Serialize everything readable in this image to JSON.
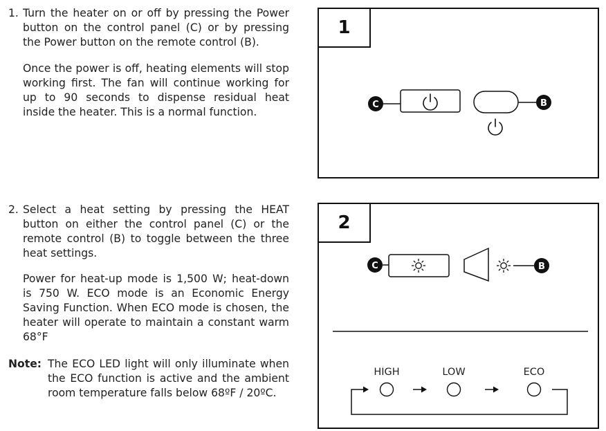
{
  "step1": {
    "number": "1.",
    "text": "Turn the heater on or off by pressing the Power button on the control panel (C) or by pressing the Power button on the remote control (B).",
    "detail": "Once the power is off, heating elements will stop working first. The fan will continue working for up to 90 seconds to dispense residual heat inside the heater. This is a normal function."
  },
  "step2": {
    "number": "2.",
    "text": "Select a heat setting by pressing the HEAT button on either the control panel (C) or the remote control (B) to toggle between the three heat settings.",
    "detail": "Power for heat-up mode is 1,500 W; heat-down is 750 W. ECO mode is an Economic Energy Saving Function. When ECO mode is chosen, the heater will operate to maintain a constant warm 68°F"
  },
  "note": {
    "label": "Note:",
    "text": "The ECO LED light will only illuminate when the ECO function is active and the ambient room temperature falls below 68ºF / 20ºC."
  },
  "figure1": {
    "tab": "1",
    "label_c": "C",
    "label_b": "B",
    "icons": [
      "power-icon",
      "power-icon"
    ]
  },
  "figure2": {
    "tab": "2",
    "label_c": "C",
    "label_b": "B",
    "icons": [
      "sun-icon",
      "sun-icon",
      "arrow-right-icon"
    ],
    "modes": [
      "HIGH",
      "LOW",
      "ECO"
    ]
  }
}
